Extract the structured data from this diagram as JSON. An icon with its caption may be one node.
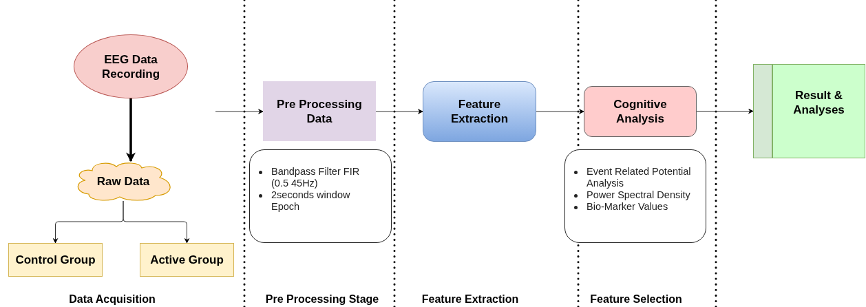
{
  "diagram": {
    "nodes": [
      {
        "text": [
          "EEG Data Recording"
        ]
      },
      {
        "text": [
          "Raw Data"
        ]
      },
      {
        "text": [
          "Control Group"
        ]
      },
      {
        "text": [
          "Active Group"
        ]
      },
      {
        "text": [
          "Pre Processing Data"
        ]
      },
      {
        "text": [
          "Bandpass Filter FIR (0.5 45Hz)",
          "2seconds window Epoch"
        ]
      },
      {
        "text": [
          "Feature Extraction"
        ]
      },
      {
        "text": [
          "Cognitive Analysis"
        ]
      },
      {
        "text": [
          "Event Related Potential Analysis",
          "Power Spectral Density",
          "Bio-Marker Values"
        ]
      },
      {
        "text": [
          "Result & Analyses"
        ]
      }
    ],
    "edges": [
      {
        "from": 0,
        "to": 1,
        "arrow": "to",
        "style": "thick"
      },
      {
        "from": 1,
        "to": 2,
        "arrow": "to"
      },
      {
        "from": 1,
        "to": 3,
        "arrow": "to"
      },
      {
        "from": null,
        "to": 4,
        "arrow": "to"
      },
      {
        "from": 4,
        "to": 6,
        "arrow": "to"
      },
      {
        "from": 6,
        "to": 7,
        "arrow": "to"
      },
      {
        "from": 7,
        "to": 9,
        "arrow": "to"
      }
    ],
    "labels": [
      "Data Acquisition",
      "Pre Processing Stage",
      "Feature Extraction",
      "Feature Selection"
    ]
  }
}
